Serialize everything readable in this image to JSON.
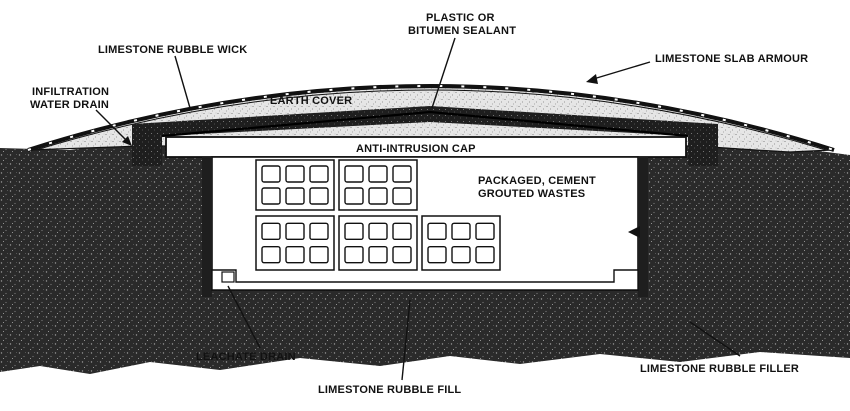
{
  "labels": {
    "plastic_or_line1": "PLASTIC OR",
    "plastic_or_line2": "BITUMEN SEALANT",
    "rubble_wick": "LIMESTONE RUBBLE WICK",
    "slab_armour": "LIMESTONE SLAB ARMOUR",
    "infiltration_line1": "INFILTRATION",
    "infiltration_line2": "WATER DRAIN",
    "earth_cover": "EARTH COVER",
    "anti_intrusion_cap": "ANTI-INTRUSION CAP",
    "wastes_line1": "PACKAGED, CEMENT",
    "wastes_line2": "GROUTED WASTES",
    "leachate_drain": "LEACHATE DRAIN",
    "rubble_fill": "LIMESTONE RUBBLE FILL",
    "rubble_filler": "LIMESTONE RUBBLE FILLER"
  },
  "colors": {
    "ink": "#111111",
    "ground": "#2b2b2b",
    "earth_cover": "#e2e2e2",
    "rubble_wick": "#1c1c1c",
    "vault": "#ffffff"
  },
  "icons": {
    "waste_package": "grid-of-drum-cells"
  }
}
